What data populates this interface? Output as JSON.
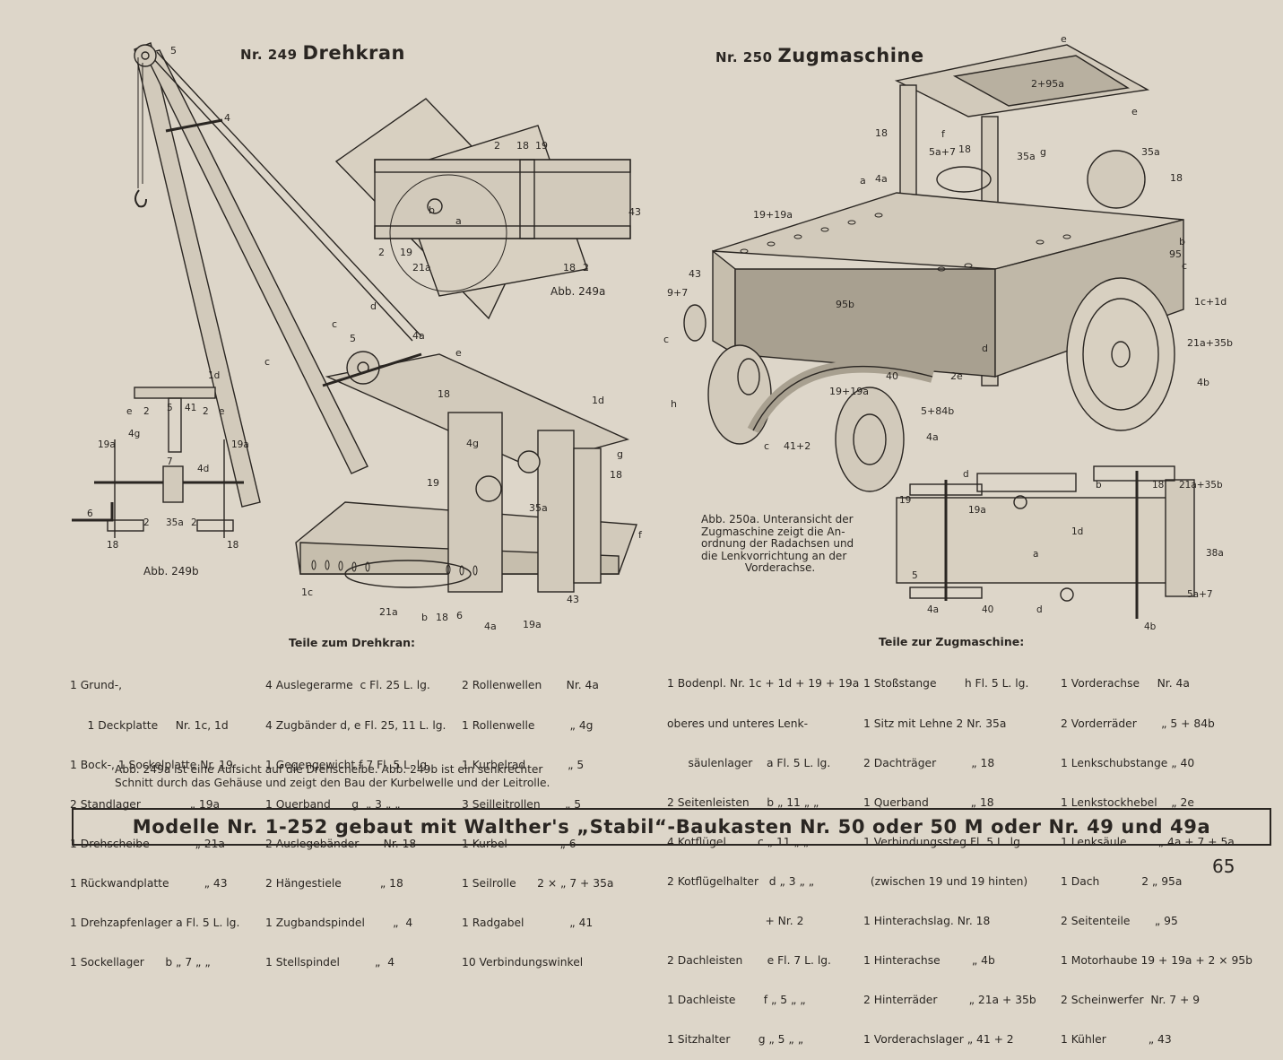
{
  "model249": {
    "number": "Nr. 249",
    "name": "Drehkran",
    "fig_a_caption": "Abb. 249a",
    "fig_b_caption": "Abb. 249b",
    "parts_heading": "Teile zum Drehkran:",
    "parts_col1": [
      "1 Grund-,",
      "     1 Deckplatte     Nr. 1c, 1d",
      "1 Bock-, 1 Sockelplatte Nr. 19",
      "2 Standlager              „ 19a",
      "1 Drehscheibe             „ 21a",
      "1 Rückwandplatte          „ 43",
      "1 Drehzapfenlager a Fl. 5 L. lg.",
      "1 Sockellager      b „ 7 „ „"
    ],
    "parts_col2": [
      "4 Auslegerarme  c Fl. 25 L. lg.",
      "4 Zugbänder d, e Fl. 25, 11 L. lg.",
      "1 Gegengewicht f 7 Fl. 5 L. lg.",
      "1 Querband      g  „ 3 „ „",
      "2 Auslegebänder       Nr. 18",
      "2 Hängestiele           „ 18",
      "1 Zugbandspindel        „  4",
      "1 Stellspindel          „  4"
    ],
    "parts_col3": [
      "2 Rollenwellen       Nr. 4a",
      "1 Rollenwelle          „ 4g",
      "1 Kurbelrad            „ 5",
      "3 Seilleitrollen       „ 5",
      "1 Kurbel               „ 6",
      "1 Seilrolle      2 × „ 7 + 35a",
      "1 Radgabel             „ 41",
      "10 Verbindungswinkel"
    ],
    "note_line1": "Abb. 249a ist eine Aufsicht auf die Drehscheibe. Abb. 249b ist ein senkrechter",
    "note_line2": "Schnitt durch das Gehäuse und zeigt den Bau der Kurbelwelle und der Leitrolle."
  },
  "model250": {
    "number": "Nr. 250",
    "name": "Zugmaschine",
    "fig_caption_lines": [
      "Abb. 250a. Unteransicht der",
      "Zugmaschine zeigt die An-",
      "ordnung der Radachsen und",
      "die Lenkvorrichtung an der",
      "Vorderachse."
    ],
    "parts_heading": "Teile zur Zugmaschine:",
    "parts_col1": [
      "1 Bodenpl. Nr. 1c + 1d + 19 + 19a",
      "oberes und unteres Lenk-",
      "      säulenlager    a Fl. 5 L. lg.",
      "2 Seitenleisten     b „ 11 „ „",
      "4 Kotflügel         c „ 11 „ „",
      "2 Kotflügelhalter   d „ 3 „ „",
      "                            + Nr. 2",
      "2 Dachleisten       e Fl. 7 L. lg.",
      "1 Dachleiste        f „ 5 „ „",
      "1 Sitzhalter        g „ 5 „ „"
    ],
    "parts_col2": [
      "1 Stoßstange        h Fl. 5 L. lg.",
      "1 Sitz mit Lehne 2 Nr. 35a",
      "2 Dachträger          „ 18",
      "1 Querband            „ 18",
      "1 Verbindungssteg Fl. 5 L. lg.",
      "  (zwischen 19 und 19 hinten)",
      "1 Hinterachslag. Nr. 18",
      "1 Hinterachse         „ 4b",
      "2 Hinterräder         „ 21a + 35b",
      "1 Vorderachslager „ 41 + 2"
    ],
    "parts_col3": [
      "1 Vorderachse     Nr. 4a",
      "2 Vorderräder       „ 5 + 84b",
      "1 Lenkschubstange „ 40",
      "1 Lenkstockhebel    „ 2e",
      "1 Lenksäule         „ 4a + 7 + 5a",
      "1 Dach            2 „ 95a",
      "2 Seitenteile       „ 95",
      "1 Motorhaube 19 + 19a + 2 × 95b",
      "2 Scheinwerfer  Nr. 7 + 9",
      "1 Kühler            „ 43"
    ]
  },
  "footer_banner": "Modelle Nr. 1-252 gebaut mit Walther's „Stabil“-Baukasten Nr. 50 oder 50 M oder Nr. 49 und 49a",
  "page_number": "65",
  "labels": {
    "crane": [
      "5",
      "4",
      "4a",
      "d",
      "c",
      "c",
      "5",
      "e",
      "18",
      "1d",
      "g",
      "18",
      "f",
      "4g",
      "19",
      "35a",
      "1c",
      "21a",
      "b",
      "18",
      "6",
      "4a",
      "19a",
      "43"
    ],
    "fig249a": [
      "2",
      "18",
      "19",
      "43",
      "2",
      "19",
      "21a",
      "18",
      "2",
      "a",
      "b"
    ],
    "fig249b": [
      "1d",
      "e",
      "2",
      "5",
      "41",
      "2",
      "e",
      "4g",
      "19a",
      "19a",
      "4d",
      "7",
      "6",
      "2",
      "35a",
      "2",
      "18",
      "18"
    ],
    "tractor": [
      "e",
      "2+95a",
      "e",
      "18",
      "f",
      "5a+7",
      "18",
      "35a",
      "g",
      "35a",
      "a",
      "4a",
      "18",
      "19+19a",
      "b",
      "95",
      "c",
      "1c+1d",
      "43",
      "9+7",
      "95b",
      "c",
      "21a+35b",
      "4b",
      "d",
      "2e",
      "40",
      "19+19a",
      "h",
      "5+84b",
      "4a",
      "c",
      "41+2"
    ],
    "fig250a": [
      "d",
      "b",
      "18",
      "21a+35b",
      "19",
      "19a",
      "1d",
      "a",
      "38a",
      "5",
      "5a+7",
      "4a",
      "40",
      "d",
      "4b"
    ]
  },
  "colors": {
    "paper": "#ddd6c9",
    "ink": "#2a2622"
  }
}
